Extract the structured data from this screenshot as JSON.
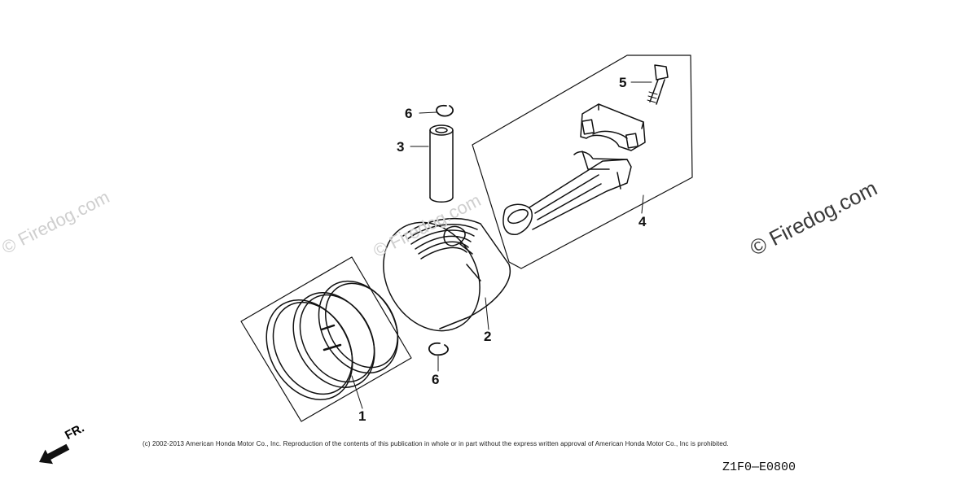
{
  "watermarks": {
    "main": "© Firedog.com",
    "faint_left": "© Firedog.com",
    "faint_center": "© Firedog.com"
  },
  "callouts": {
    "piston_ring_set": "1",
    "piston": "2",
    "piston_pin": "3",
    "connecting_rod": "4",
    "rod_bolt": "5",
    "pin_clip_top": "6",
    "pin_clip_bottom": "6"
  },
  "direction_label": "FR.",
  "copyright": "(c) 2002-2013 American Honda Motor Co., Inc. Reproduction of the contents of this publication in whole or in part without the express written approval of American Honda Motor Co., Inc is prohibited.",
  "diagram_code": "Z1F0—E0800",
  "colors": {
    "line": "#111111",
    "watermark": "#cfcfcf",
    "background": "#ffffff"
  }
}
